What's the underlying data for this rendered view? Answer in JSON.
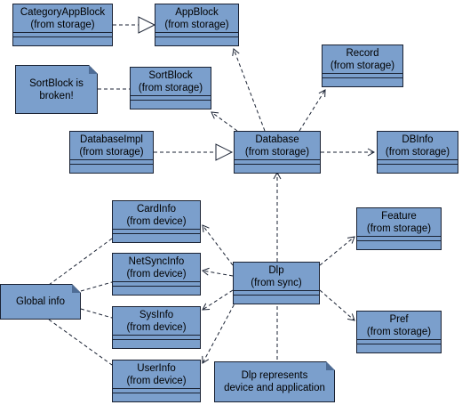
{
  "classes": {
    "category_app_block": {
      "name": "CategoryAppBlock",
      "source": "(from storage)"
    },
    "app_block": {
      "name": "AppBlock",
      "source": "(from storage)"
    },
    "record": {
      "name": "Record",
      "source": "(from storage)"
    },
    "sort_block": {
      "name": "SortBlock",
      "source": "(from storage)"
    },
    "database_impl": {
      "name": "DatabaseImpl",
      "source": "(from storage)"
    },
    "database": {
      "name": "Database",
      "source": "(from storage)"
    },
    "dbinfo": {
      "name": "DBInfo",
      "source": "(from storage)"
    },
    "card_info": {
      "name": "CardInfo",
      "source": "(from device)"
    },
    "feature": {
      "name": "Feature",
      "source": "(from storage)"
    },
    "net_sync_info": {
      "name": "NetSyncInfo",
      "source": "(from device)"
    },
    "dlp": {
      "name": "Dlp",
      "source": "(from sync)"
    },
    "sys_info": {
      "name": "SysInfo",
      "source": "(from device)"
    },
    "pref": {
      "name": "Pref",
      "source": "(from storage)"
    },
    "user_info": {
      "name": "UserInfo",
      "source": "(from device)"
    }
  },
  "notes": {
    "sortblock_broken": {
      "line1": "SortBlock is",
      "line2": "broken!"
    },
    "global_info": {
      "line1": "Global info"
    },
    "dlp_represents": {
      "line1": "Dlp represents",
      "line2": "device and application"
    }
  },
  "colors": {
    "fill": "#7b9fcc",
    "stroke": "#1a2233",
    "line": "#1a2233"
  }
}
